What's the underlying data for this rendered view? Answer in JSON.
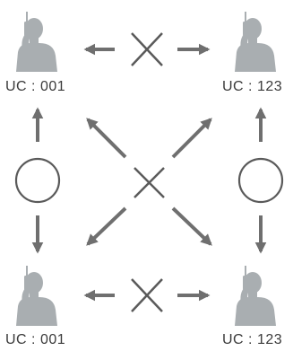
{
  "nodes": {
    "top_left": {
      "code": "UC : 001"
    },
    "top_right": {
      "code": "UC : 123"
    },
    "bottom_left": {
      "code": "UC : 001"
    },
    "bottom_right": {
      "code": "UC : 123"
    }
  },
  "links": [
    {
      "between": "top_left-top_right",
      "status": "not-possible",
      "symbol": "cross"
    },
    {
      "between": "bottom_left-bottom_right",
      "status": "not-possible",
      "symbol": "cross"
    },
    {
      "between": "top_left-bottom_left",
      "status": "possible",
      "symbol": "circle"
    },
    {
      "between": "top_right-bottom_right",
      "status": "possible",
      "symbol": "circle"
    },
    {
      "between": "diagonals",
      "status": "not-possible",
      "symbol": "cross"
    }
  ],
  "colors": {
    "person": "#a9aeb1",
    "arrow": "#6f6f6f",
    "symbol": "#5a5a5a",
    "text": "#3a3a3a"
  }
}
